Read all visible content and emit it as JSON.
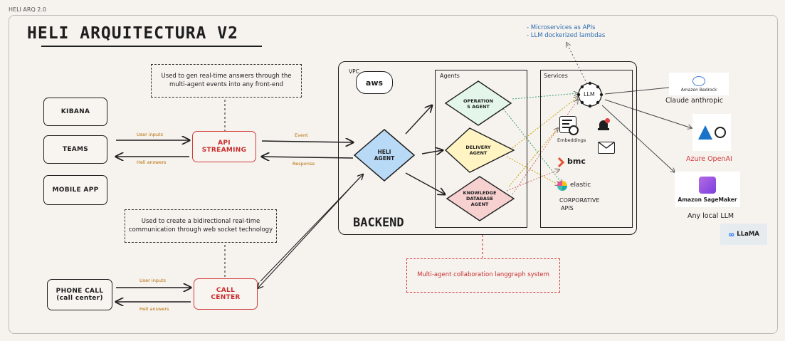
{
  "window": {
    "title": "HELI ARQ 2.0"
  },
  "diagram": {
    "title": "HELI ARQUITECTURA V2",
    "clients": [
      "KIBANA",
      "TEAMS",
      "MOBILE APP"
    ],
    "phone_call": [
      "PHONE CALL",
      "(call center)"
    ],
    "api_streaming": [
      "API",
      "STREAMING"
    ],
    "call_center": [
      "CALL",
      "CENTER"
    ],
    "note_streaming": [
      "Used to gen real-time answers through the",
      "multi-agent events into any front-end"
    ],
    "note_websocket": [
      "Used to create a bidirectional real-time",
      "communication through web socket technology"
    ],
    "note_multiagent": "Multi-agent collaboration langgraph system",
    "note_microservices": [
      "- Microservices as APIs",
      "- LLM dockerized lambdas"
    ],
    "edge_labels": {
      "user_inputs": "User inputs",
      "heli_answers": "Heli answers",
      "event": "Event",
      "response": "Response",
      "user_inputs_call": "User inputs",
      "heli_answers_call": "Heli answers"
    },
    "vpc_label": "VPC",
    "aws_label": "aws",
    "backend_label": "BACKEND",
    "heli_agent": [
      "HELI",
      "AGENT"
    ],
    "agents_title": "Agents",
    "agents": [
      {
        "lines": [
          "OPERATION",
          "S AGENT"
        ],
        "color": "#e3f6e9"
      },
      {
        "lines": [
          "DELIVERY",
          "AGENT"
        ],
        "color": "#fff4c2"
      },
      {
        "lines": [
          "KNOWLEDGE",
          "DATABASE",
          "AGENT"
        ],
        "color": "#f7d0d0"
      }
    ],
    "services_title": "Services",
    "services": {
      "llm": "LLM",
      "embeddings": "Embeddings",
      "bmc": "bmc",
      "elastic": "elastic",
      "corporative": [
        "CORPORATIVE",
        "APIS"
      ]
    },
    "providers": {
      "bedrock_logo": "Amazon Bedrock",
      "bedrock_label": "Claude anthropic",
      "azure_label": "Azure OpenAI",
      "sagemaker_logo": "Amazon SageMaker",
      "sagemaker_label": "Any local LLM",
      "llama": "LLaMA"
    },
    "colors": {
      "accent_red": "#d23b3b",
      "blue_agent": "#b9daf7",
      "note_blue": "#2b6cb0",
      "edge_label": "#b36b00",
      "llama_bg": "#e6ebf0"
    }
  }
}
